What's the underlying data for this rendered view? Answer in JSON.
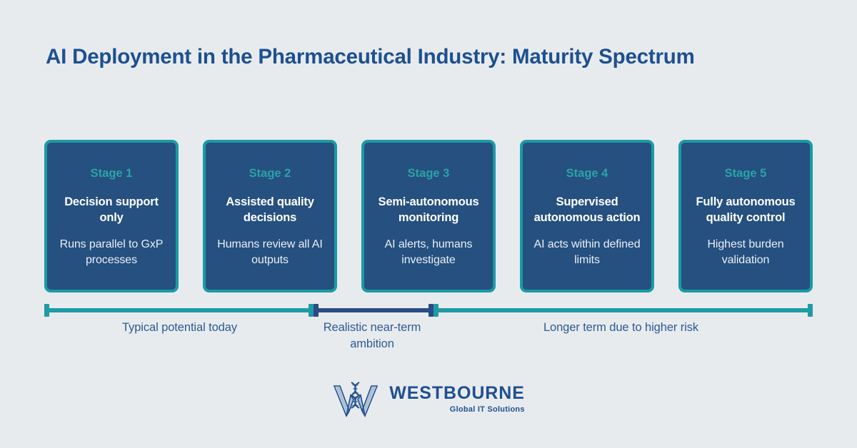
{
  "page": {
    "title": "AI Deployment in the Pharmaceutical Industry: Maturity Spectrum",
    "background_color": "#e8ebee",
    "accent_navy": "#25507f",
    "accent_teal": "#1a9ba4",
    "title_color": "#1d5090"
  },
  "stages": [
    {
      "stage_label": "Stage 1",
      "title": "Decision support only",
      "description": "Runs parallel to GxP processes"
    },
    {
      "stage_label": "Stage 2",
      "title": "Assisted quality decisions",
      "description": "Humans review all AI outputs"
    },
    {
      "stage_label": "Stage 3",
      "title": "Semi-autonomous monitoring",
      "description": "AI alerts, humans investigate"
    },
    {
      "stage_label": "Stage 4",
      "title": "Supervised autonomous action",
      "description": "AI acts within defined limits"
    },
    {
      "stage_label": "Stage 5",
      "title": "Fully autonomous quality control",
      "description": "Highest burden validation"
    }
  ],
  "timeline": {
    "segments": [
      {
        "label": "Typical potential today",
        "color": "#1f9ba4"
      },
      {
        "label": "Realistic near-term ambition",
        "color": "#2b4b86"
      },
      {
        "label": "Longer term due to higher risk",
        "color": "#1f9ba4"
      }
    ]
  },
  "logo": {
    "mark": "westbourne-dna-w-icon",
    "wordmark": "WESTBOURNE",
    "tagline": "Global IT Solutions",
    "color": "#1f4f8f"
  }
}
